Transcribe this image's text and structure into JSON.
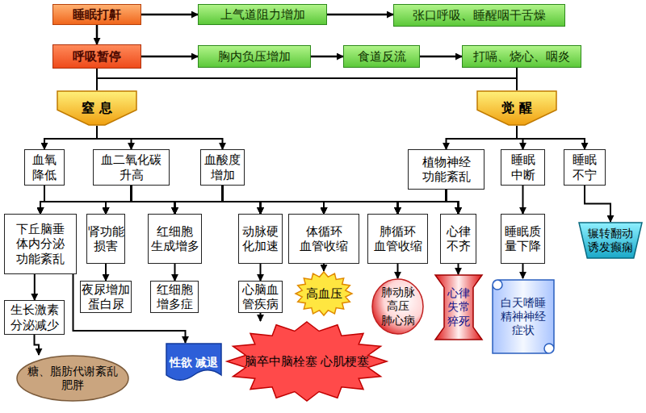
{
  "diagram": {
    "nodes": [
      {
        "text": [
          "睡眠打鼾"
        ]
      },
      {
        "text": [
          "上气道阻力增加"
        ]
      },
      {
        "text": [
          "张口呼吸、睡醒咽干舌燥"
        ]
      },
      {
        "text": [
          "呼吸暂停"
        ]
      },
      {
        "text": [
          "胸内负压增加"
        ]
      },
      {
        "text": [
          "食道反流"
        ]
      },
      {
        "text": [
          "打嗝、烧心、咽炎"
        ]
      },
      {
        "text": [
          "窒 息"
        ]
      },
      {
        "text": [
          "觉 醒"
        ]
      },
      {
        "text": [
          "血氧 降低"
        ]
      },
      {
        "text": [
          "血二氧化碳 升高"
        ]
      },
      {
        "text": [
          "血酸度 增加"
        ]
      },
      {
        "text": [
          "植物神经 功能紊乱"
        ]
      },
      {
        "text": [
          "睡眠 中断"
        ]
      },
      {
        "text": [
          "睡眠 不宁"
        ]
      },
      {
        "text": [
          "下丘脑垂 体内分泌 功能紊乱"
        ]
      },
      {
        "text": [
          "肾功能 损害"
        ]
      },
      {
        "text": [
          "红细胞 生成增多"
        ]
      },
      {
        "text": [
          "动脉硬 化加速"
        ]
      },
      {
        "text": [
          "体循环 血管收缩"
        ]
      },
      {
        "text": [
          "肺循环 血管收缩"
        ]
      },
      {
        "text": [
          "心律 不齐"
        ]
      },
      {
        "text": [
          "睡眠质 量下降"
        ]
      },
      {
        "text": [
          "辗转翻动 诱发癫痫"
        ]
      },
      {
        "text": [
          "生长激素 分泌减少"
        ]
      },
      {
        "text": [
          "夜尿增加 蛋白尿"
        ]
      },
      {
        "text": [
          "红细胞 增多症"
        ]
      },
      {
        "text": [
          "心脑血 管疾病"
        ]
      },
      {
        "text": [
          "高血压"
        ]
      },
      {
        "text": [
          "肺动脉 高压 肺心病"
        ]
      },
      {
        "text": [
          "心律 失常 猝死"
        ]
      },
      {
        "text": [
          "白天嗜睡 精神神经 症状"
        ]
      },
      {
        "text": [
          "糖、脂肪代谢紊乱 肥胖"
        ]
      },
      {
        "text": [
          "性欲 减退"
        ]
      },
      {
        "text": [
          "脑卒中脑栓塞 心肌梗塞"
        ]
      }
    ],
    "edges": [
      {
        "from": 0,
        "to": 1,
        "arrow": "to"
      },
      {
        "from": 1,
        "to": 2,
        "arrow": "to"
      },
      {
        "from": 0,
        "to": 3,
        "arrow": "to"
      },
      {
        "from": 3,
        "to": 4,
        "arrow": "to"
      },
      {
        "from": 4,
        "to": 5,
        "arrow": "to"
      },
      {
        "from": 5,
        "to": 6,
        "arrow": "to"
      },
      {
        "from": 3,
        "to": 7,
        "arrow": "none"
      },
      {
        "from": 3,
        "to": 8,
        "arrow": "none"
      },
      {
        "from": 6,
        "to": 8,
        "arrow": "none"
      },
      {
        "from": 7,
        "to": 9,
        "arrow": "to"
      },
      {
        "from": 7,
        "to": 10,
        "arrow": "to"
      },
      {
        "from": 7,
        "to": 11,
        "arrow": "to"
      },
      {
        "from": 8,
        "to": 12,
        "arrow": "to"
      },
      {
        "from": 8,
        "to": 13,
        "arrow": "to"
      },
      {
        "from": 8,
        "to": 14,
        "arrow": "to"
      },
      {
        "from": 9,
        "to": 15,
        "arrow": "to"
      },
      {
        "from": 9,
        "to": 16,
        "arrow": "to"
      },
      {
        "from": 9,
        "to": 17,
        "arrow": "to"
      },
      {
        "from": 9,
        "to": 18,
        "arrow": "to"
      },
      {
        "from": 9,
        "to": 19,
        "arrow": "to"
      },
      {
        "from": 9,
        "to": 20,
        "arrow": "to"
      },
      {
        "from": 9,
        "to": 21,
        "arrow": "to"
      },
      {
        "from": 10,
        "to": 15,
        "arrow": "to"
      },
      {
        "from": 10,
        "to": 16,
        "arrow": "to"
      },
      {
        "from": 10,
        "to": 17,
        "arrow": "to"
      },
      {
        "from": 10,
        "to": 18,
        "arrow": "to"
      },
      {
        "from": 10,
        "to": 19,
        "arrow": "to"
      },
      {
        "from": 10,
        "to": 20,
        "arrow": "to"
      },
      {
        "from": 10,
        "to": 21,
        "arrow": "to"
      },
      {
        "from": 11,
        "to": 15,
        "arrow": "to"
      },
      {
        "from": 11,
        "to": 16,
        "arrow": "to"
      },
      {
        "from": 11,
        "to": 17,
        "arrow": "to"
      },
      {
        "from": 11,
        "to": 18,
        "arrow": "to"
      },
      {
        "from": 11,
        "to": 19,
        "arrow": "to"
      },
      {
        "from": 11,
        "to": 20,
        "arrow": "to"
      },
      {
        "from": 11,
        "to": 21,
        "arrow": "to"
      },
      {
        "from": 12,
        "to": 15,
        "arrow": "to"
      },
      {
        "from": 12,
        "to": 16,
        "arrow": "to"
      },
      {
        "from": 12,
        "to": 17,
        "arrow": "to"
      },
      {
        "from": 12,
        "to": 18,
        "arrow": "to"
      },
      {
        "from": 12,
        "to": 19,
        "arrow": "to"
      },
      {
        "from": 12,
        "to": 20,
        "arrow": "to"
      },
      {
        "from": 12,
        "to": 21,
        "arrow": "to"
      },
      {
        "from": 13,
        "to": 22,
        "arrow": "to"
      },
      {
        "from": 14,
        "to": 23,
        "arrow": "to"
      },
      {
        "from": 15,
        "to": 24,
        "arrow": "to"
      },
      {
        "from": 15,
        "to": 33,
        "arrow": "to"
      },
      {
        "from": 24,
        "to": 32,
        "arrow": "to"
      },
      {
        "from": 16,
        "to": 25,
        "arrow": "to"
      },
      {
        "from": 17,
        "to": 26,
        "arrow": "to"
      },
      {
        "from": 18,
        "to": 27,
        "arrow": "to"
      },
      {
        "from": 19,
        "to": 28,
        "arrow": "to"
      },
      {
        "from": 20,
        "to": 29,
        "arrow": "to"
      },
      {
        "from": 21,
        "to": 30,
        "arrow": "to"
      },
      {
        "from": 22,
        "to": 31,
        "arrow": "to"
      },
      {
        "from": 27,
        "to": 34,
        "arrow": "to"
      }
    ]
  }
}
